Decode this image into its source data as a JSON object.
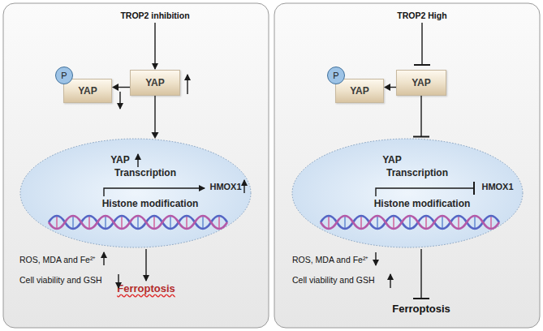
{
  "diagram": {
    "nodes": [
      {
        "text": [
          "P"
        ]
      },
      {
        "text": [
          "YAP"
        ]
      },
      {
        "text": [
          "YAP"
        ]
      },
      {
        "text": [
          "YAP",
          "Transcription",
          "Histone modification",
          "HMOX1"
        ]
      },
      {
        "text": [
          "P"
        ]
      },
      {
        "text": [
          "YAP"
        ]
      },
      {
        "text": [
          "YAP"
        ]
      },
      {
        "text": [
          "YAP",
          "Transcription",
          "Histone modification",
          "HMOX1"
        ]
      }
    ],
    "edges": [
      {
        "from": 2,
        "to": 1,
        "arrow": "to"
      },
      {
        "from": 2,
        "to": 3,
        "arrow": "to"
      },
      {
        "from": 6,
        "to": 5,
        "arrow": "to"
      },
      {
        "from": 6,
        "to": 7,
        "arrow": "to"
      }
    ],
    "labels": [
      "TROP2 inhibition",
      "ROS, MDA and Fe²⁺",
      "Cell viability and GSH",
      "Ferroptosis",
      "TROP2 High",
      "ROS, MDA and Fe²⁺",
      "Cell viability and GSH",
      "Ferroptosis"
    ]
  }
}
